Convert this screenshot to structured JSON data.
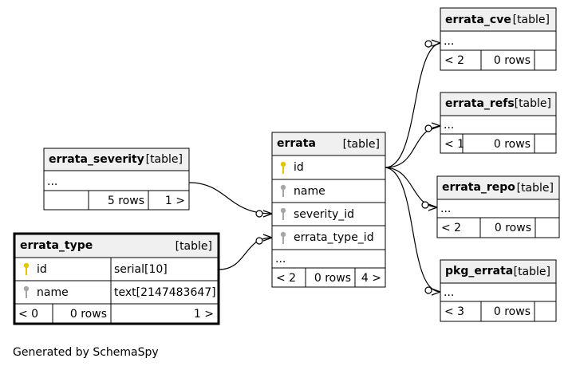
{
  "tables": {
    "errata_cve": {
      "name": "errata_cve",
      "tag": "[table]",
      "ellipsis": "...",
      "parents": "< 2",
      "rows": "0 rows"
    },
    "errata_refs": {
      "name": "errata_refs",
      "tag": "[table]",
      "ellipsis": "...",
      "parents": "< 1",
      "rows": "0 rows"
    },
    "errata_repo": {
      "name": "errata_repo",
      "tag": "[table]",
      "ellipsis": "...",
      "parents": "< 2",
      "rows": "0 rows"
    },
    "pkg_errata": {
      "name": "pkg_errata",
      "tag": "[table]",
      "ellipsis": "...",
      "parents": "< 3",
      "rows": "0 rows"
    },
    "errata_severity": {
      "name": "errata_severity",
      "tag": "[table]",
      "ellipsis": "...",
      "rows": "5 rows",
      "children": "1 >"
    },
    "errata": {
      "name": "errata",
      "tag": "[table]",
      "columns": [
        "id",
        "name",
        "severity_id",
        "errata_type_id"
      ],
      "ellipsis": "...",
      "parents": "< 2",
      "rows": "0 rows",
      "children": "4 >"
    },
    "errata_type": {
      "name": "errata_type",
      "tag": "[table]",
      "columns": [
        {
          "name": "id",
          "type": "serial[10]"
        },
        {
          "name": "name",
          "type": "text[2147483647]"
        }
      ],
      "parents": "< 0",
      "rows": "0 rows",
      "children": "1 >"
    }
  },
  "footer": "Generated by SchemaSpy",
  "colors": {
    "primary_key": "#e0c800",
    "foreign_key": "#a6a6a6",
    "header_bg": "#f0f0f0"
  }
}
